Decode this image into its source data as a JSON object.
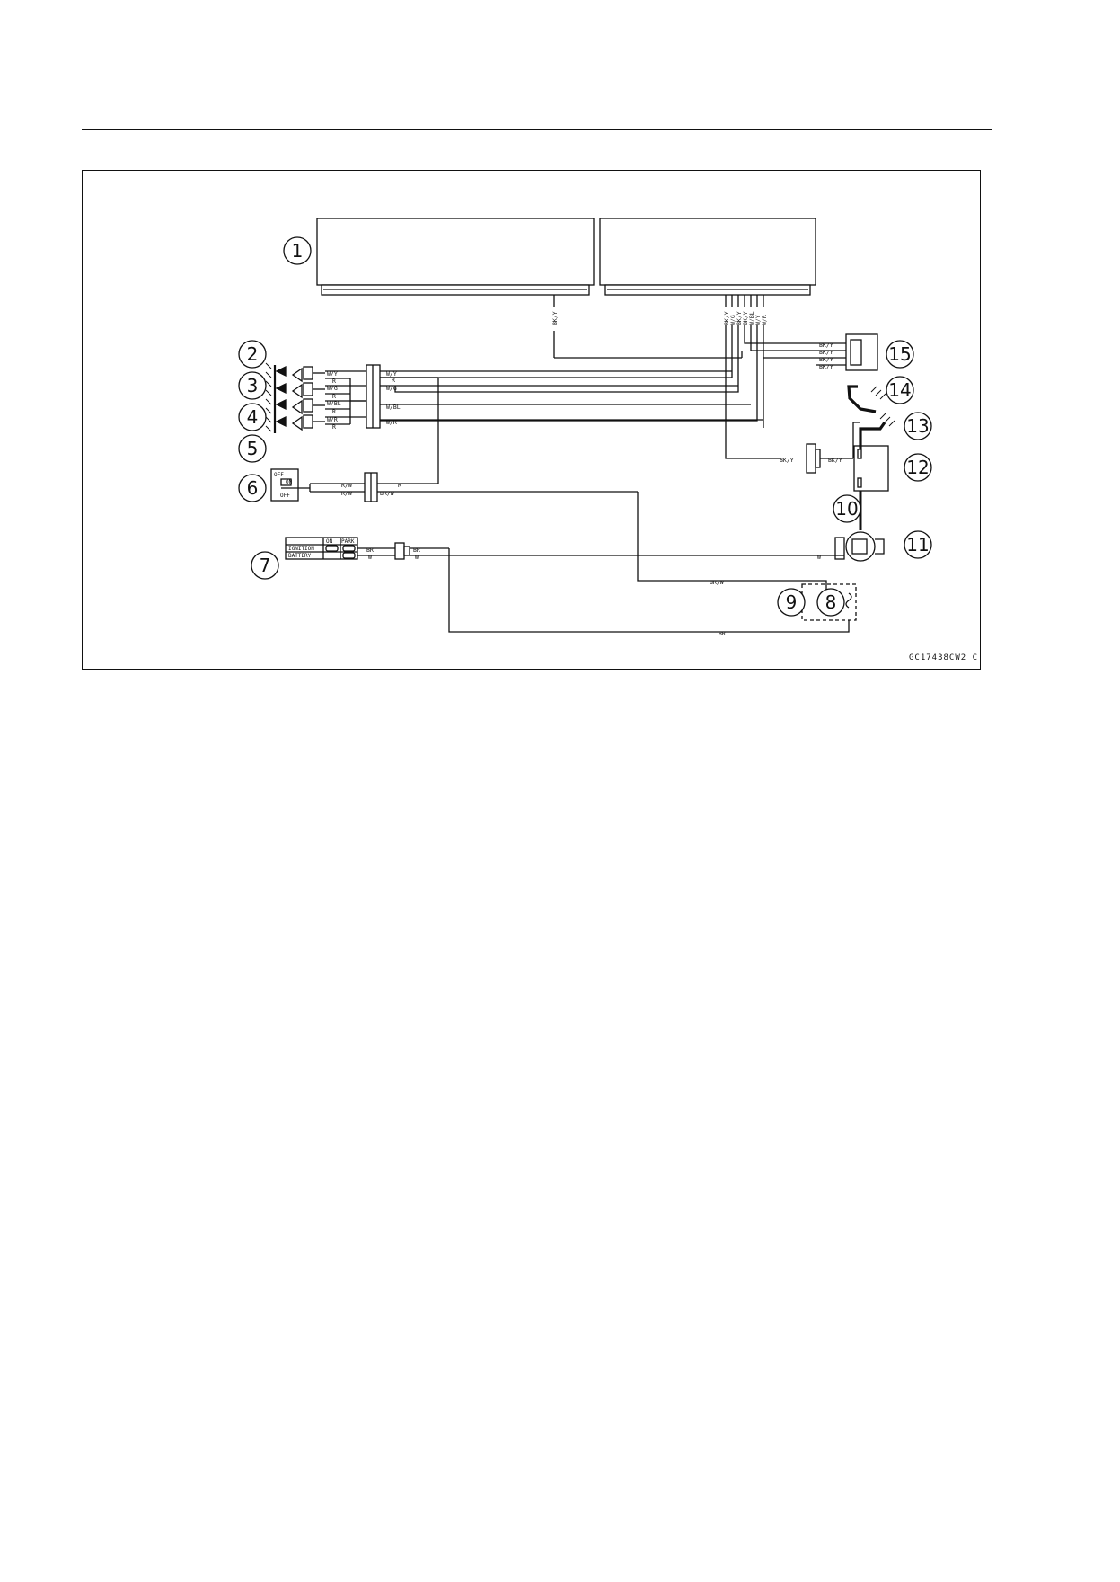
{
  "figure_code": "GC17438CW2 C",
  "callouts": [
    "1",
    "2",
    "3",
    "4",
    "5",
    "6",
    "7",
    "8",
    "9",
    "10",
    "11",
    "12",
    "13",
    "14",
    "15"
  ],
  "wire_labels": {
    "ecu_left": "BK/Y",
    "ecu_right": [
      "BK/Y",
      "W/G",
      "BK/Y",
      "BK/Y",
      "W/BL",
      "W/Y",
      "W/R"
    ],
    "relay_side": [
      "BK/Y",
      "BK/Y",
      "BK/Y",
      "BK/Y"
    ],
    "injectors": [
      "W/Y",
      "R",
      "W/G",
      "R",
      "W/BL",
      "R",
      "W/R",
      "R"
    ],
    "conn_right": [
      "W/Y",
      "R",
      "W/G",
      "W/BL",
      "W/R"
    ],
    "switch_left": [
      "R/W",
      "R/W"
    ],
    "switch_right": [
      "R",
      "BR/W"
    ],
    "ignition_left": [
      "BR",
      "W"
    ],
    "ignition_right": [
      "BR",
      "W"
    ],
    "main": [
      "BK/Y",
      "BK/Y",
      "W",
      "BR/W",
      "BR"
    ]
  },
  "switch6": {
    "off_top": "OFF",
    "on": "ON",
    "off_bottom": "OFF"
  },
  "switch7": {
    "col_on": "ON",
    "col_park": "PARK",
    "row_ignition": "IGNITION",
    "row_battery": "BATTERY"
  }
}
